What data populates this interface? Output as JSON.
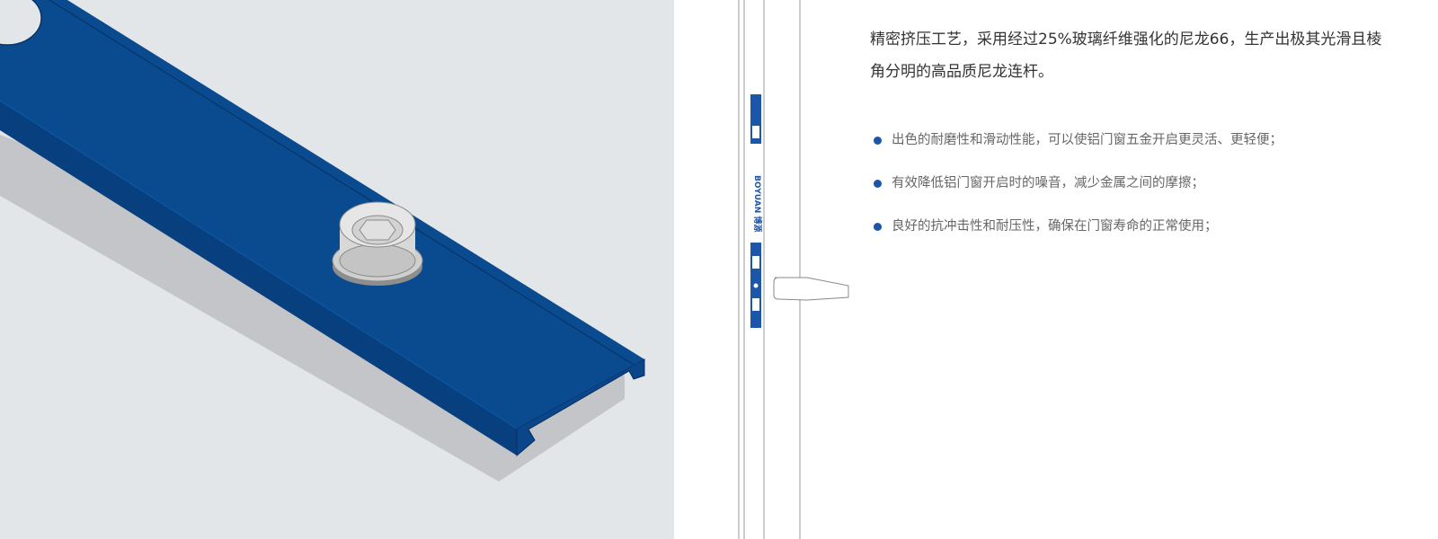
{
  "illustration": {
    "background": "#e3e6e9",
    "part_color": "#0a4a8f",
    "shadow_color": "#c2c4c7",
    "roller_color": "#d4d4d4"
  },
  "profile": {
    "brand_text": "BOYUAN 博源",
    "accent": "#1b56a8"
  },
  "content": {
    "intro": "精密挤压工艺，采用经过25%玻璃纤维强化的尼龙66，生产出极其光滑且棱角分明的高品质尼龙连杆。",
    "features": [
      "出色的耐磨性和滑动性能，可以使铝门窗五金开启更灵活、更轻便；",
      "有效降低铝门窗开启时的噪音，减少金属之间的摩擦；",
      "良好的抗冲击性和耐压性，确保在门窗寿命的正常使用；"
    ],
    "bullet_color": "#1b56a8"
  }
}
